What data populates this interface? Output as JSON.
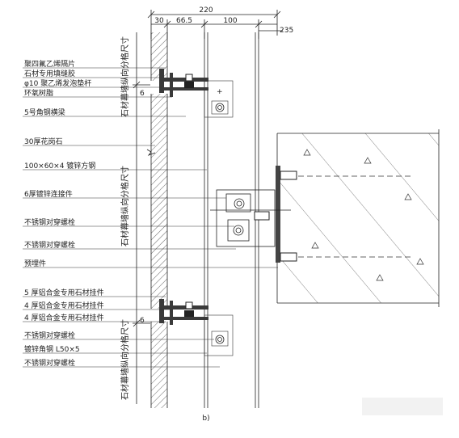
{
  "dimensions": {
    "total": "220",
    "seg1": "30",
    "seg2": "66.5",
    "seg3": "100",
    "right": "235",
    "gap_top": "6",
    "gap_bottom": "6"
  },
  "vertical_labels": {
    "top": "石材幕墙纵向分格尺寸",
    "middle": "石材幕墙纵向分格尺寸",
    "bottom": "石材幕墙纵向分格尺寸"
  },
  "callouts": [
    "聚四氟乙烯隔片",
    "石材专用填缝胶",
    "φ10 聚乙烯发泡垫杆",
    "环氧树脂",
    "5号角钢横梁",
    "30厚花岗石",
    "100×60×4 镀锌方钢",
    "6厚镀锌连接件",
    "不锈钢对穿螺栓",
    "不锈钢对穿螺栓",
    "预埋件",
    "5 厚铝合金专用石材挂件",
    "4 厚铝合金专用石材挂件",
    "4 厚铝合金专用石材挂件",
    "不锈钢对穿螺栓",
    "镀锌角钢 L50×5",
    "不锈钢对穿螺栓"
  ],
  "caption": "b)"
}
